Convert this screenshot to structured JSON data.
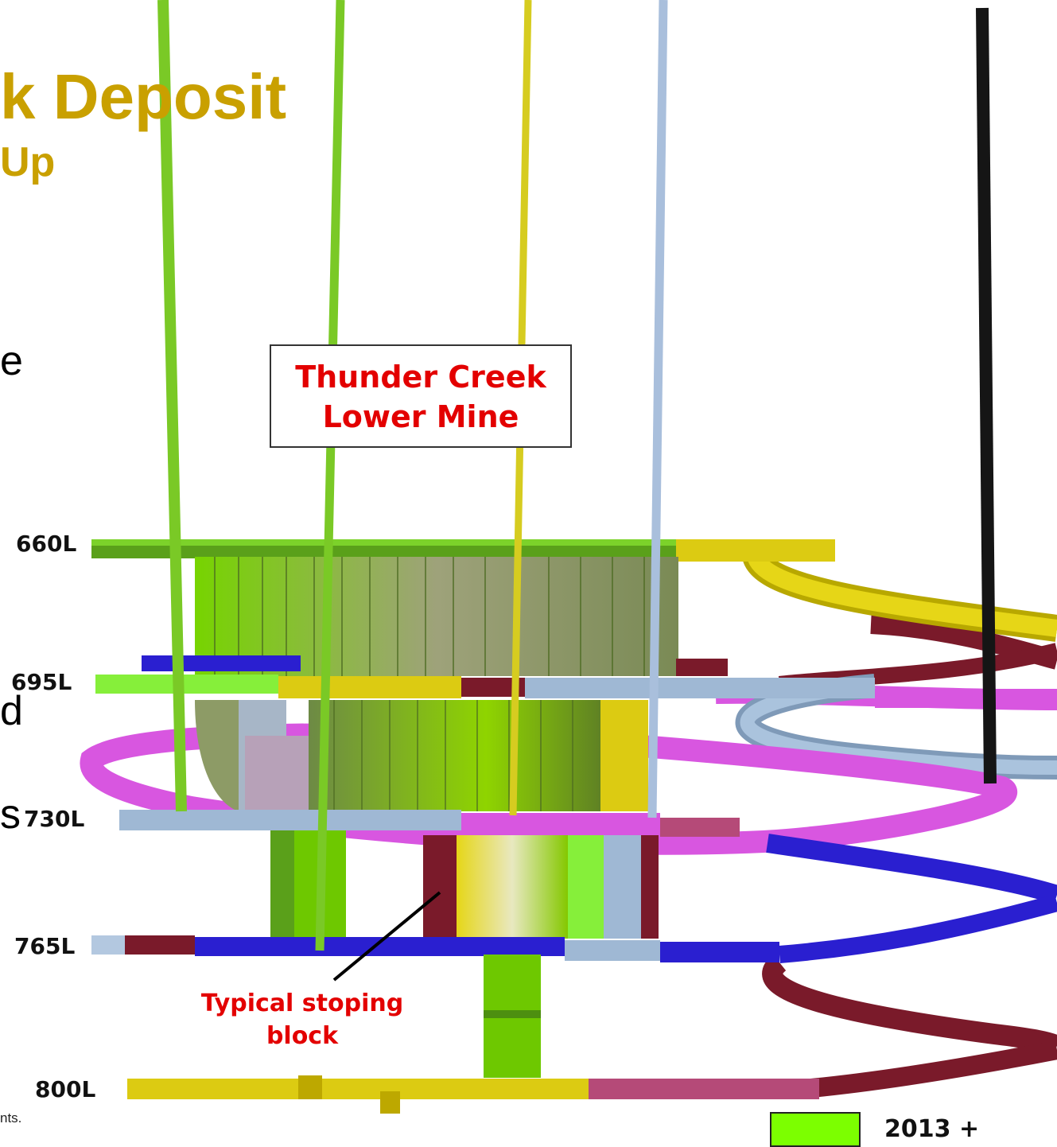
{
  "title": {
    "main": "k Deposit",
    "sub": "Up"
  },
  "body_fragments": {
    "line1": "e",
    "line2": "d",
    "line3": "s"
  },
  "levels": [
    "660L",
    "695L",
    "730L",
    "765L",
    "800L"
  ],
  "callout": {
    "line1": "Thunder Creek",
    "line2": "Lower Mine"
  },
  "annotation": {
    "line1": "Typical stoping",
    "line2": "block"
  },
  "legend": {
    "label": "2013 +",
    "color": "#7cff00"
  },
  "footnote": "nts.",
  "colors": {
    "title": "#c9a000",
    "label_red": "#e30000",
    "green": "#7cff00",
    "olive": "#6e8a2a",
    "yellow": "#d8cc10",
    "light_blue": "#9fb8d4",
    "blue": "#2a1fd0",
    "maroon": "#7a1a2a",
    "magenta": "#de5ce8",
    "pink": "#b54a78",
    "black": "#111111"
  }
}
